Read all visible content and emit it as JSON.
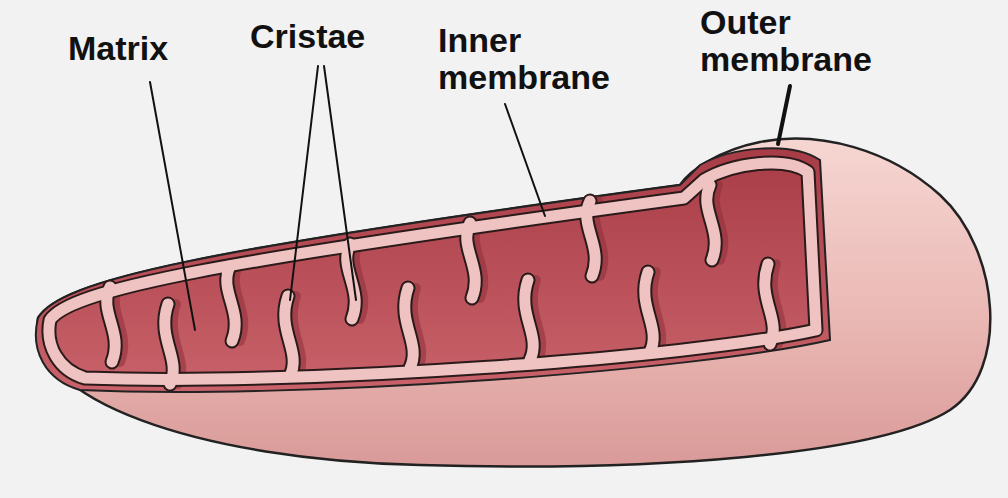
{
  "diagram": {
    "labels": [
      "Matrix",
      "Cristae",
      "Inner membrane",
      "Outer membrane"
    ]
  }
}
